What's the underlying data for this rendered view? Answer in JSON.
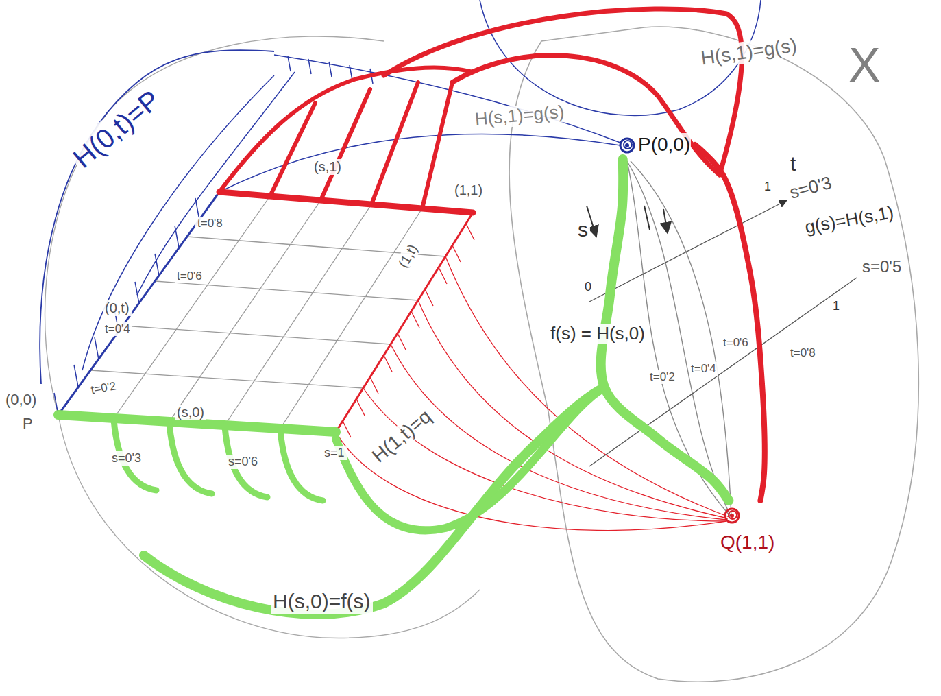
{
  "diagram": {
    "nodes": [
      {
        "text": [
          "P(0,0)"
        ]
      },
      {
        "text": [
          "Q(1,1)"
        ]
      }
    ],
    "edges": [
      {
        "from": 0,
        "to": 1,
        "arrow": "none",
        "label": "f(s) = H(s,0)"
      },
      {
        "from": 0,
        "to": 1,
        "arrow": "none",
        "label": "g(s)=H(s,1)"
      }
    ],
    "labels": [
      "H(0,t)=P",
      "H(s,1)=g(s)",
      "H(s,1)=g(s)",
      "X",
      "t",
      "1",
      "s=0'3",
      "s=0'5",
      "s",
      "0",
      "1",
      "t=0'2",
      "t=0'4",
      "t=0'6",
      "t=0'8",
      "(0,0)",
      "P",
      "t=0'2",
      "(0,t)",
      "t=0'4",
      "t=0'6",
      "t=0'8",
      "(s,1)",
      "(1,1)",
      "(s,0)",
      "s=0'3",
      "s=0'6",
      "s=1",
      "(1,t)",
      "H(1,t)=q",
      "H(s,0)=f(s)"
    ]
  }
}
